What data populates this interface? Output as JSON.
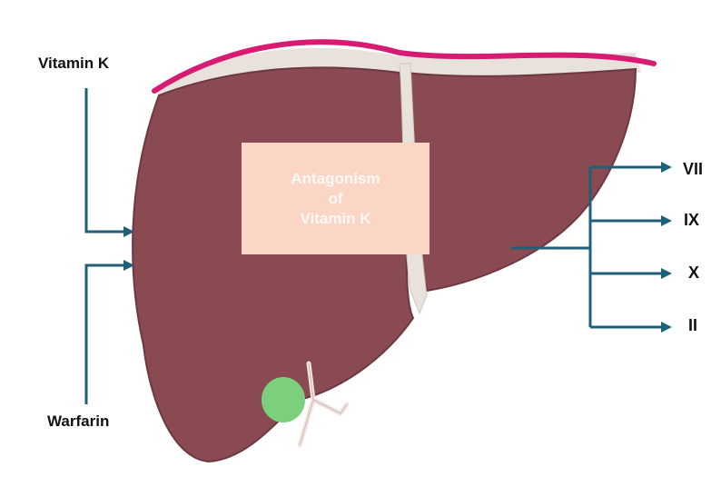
{
  "labels": {
    "input_top": "Vitamin K",
    "input_bottom": "Warfarin"
  },
  "center_box": {
    "line1": "Antagonism",
    "line2": "of",
    "line3": "Vitamin K"
  },
  "factors": [
    "VII",
    "IX",
    "X",
    "II"
  ],
  "colors": {
    "liver": "#8a4a52",
    "liver_edge": "#6e3840",
    "capsule": "#d81b72",
    "ligament": "#e9e1dc",
    "gallbladder": "#7ccf7c",
    "arrows": "#1f5f78",
    "center_box": "#fbd6c4"
  }
}
